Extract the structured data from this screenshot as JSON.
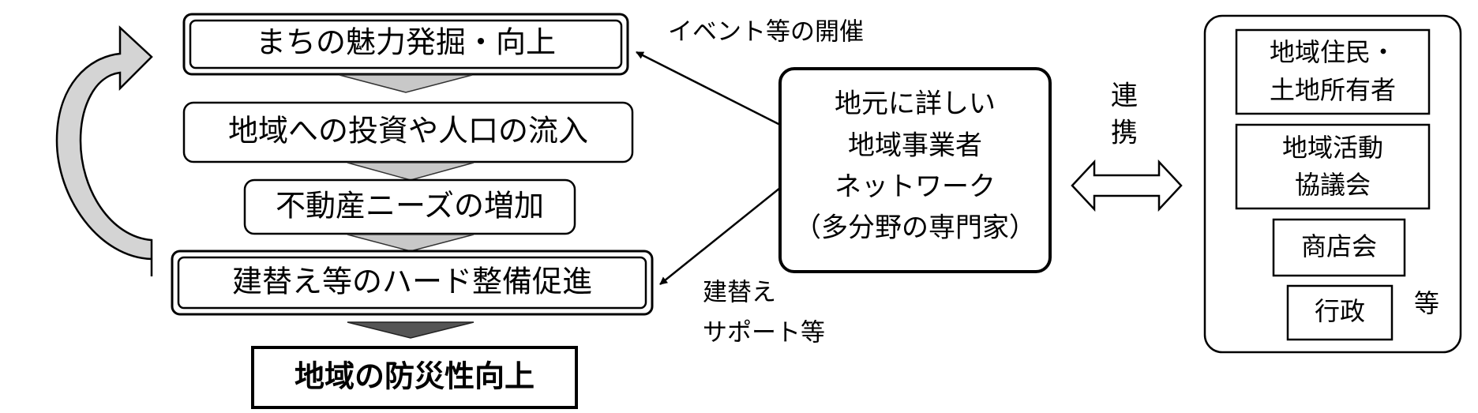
{
  "flow": {
    "step1": "まちの魅力発掘・向上",
    "step2": "地域への投資や人口の流入",
    "step3": "不動産ニーズの増加",
    "step4": "建替え等のハード整備促進",
    "result": "地域の防災性向上"
  },
  "network": {
    "line1": "地元に詳しい",
    "line2": "地域事業者",
    "line3": "ネットワーク",
    "line4": "（多分野の専門家）"
  },
  "labels": {
    "events": "イベント等の開催",
    "support_line1": "建替え",
    "support_line2": "サポート等",
    "collab_line1": "連",
    "collab_line2": "携"
  },
  "partners": {
    "item1_line1": "地域住民・",
    "item1_line2": "土地所有者",
    "item2_line1": "地域活動",
    "item2_line2": "協議会",
    "item3": "商店会",
    "item4": "行政",
    "etc": "等"
  },
  "colors": {
    "stroke": "#000000",
    "arrow_light": "#c8c8c8",
    "arrow_dark": "#555555",
    "loop_fill": "#d4d4d4"
  }
}
